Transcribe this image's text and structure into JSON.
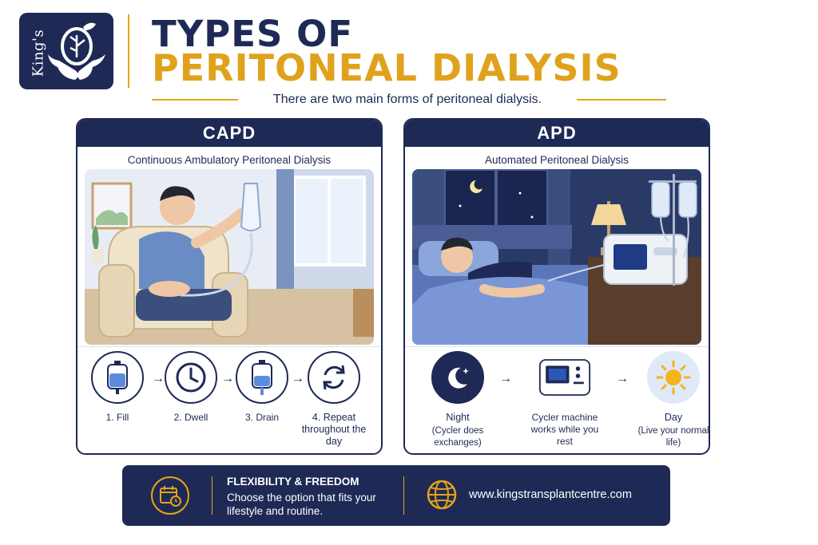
{
  "brand": {
    "logo_text": "King's"
  },
  "header": {
    "title_line1": "TYPES OF",
    "title_line2": "PERITONEAL DIALYSIS",
    "subtitle": "There are two main forms of peritoneal dialysis."
  },
  "capd": {
    "title": "CAPD",
    "subtitle": "Continuous Ambulatory Peritoneal Dialysis",
    "steps": [
      {
        "label": "1. Fill",
        "icon": "bag-full-icon"
      },
      {
        "label": "2. Dwell",
        "icon": "clock-icon"
      },
      {
        "label": "3. Drain",
        "icon": "bag-drain-icon"
      },
      {
        "label": "4. Repeat throughout the day",
        "icon": "repeat-icon"
      }
    ]
  },
  "apd": {
    "title": "APD",
    "subtitle": "Automated Peritoneal Dialysis",
    "steps": [
      {
        "title": "Night",
        "desc": "(Cycler does exchanges)",
        "icon": "moon-icon"
      },
      {
        "title": "Cycler machine works while you rest",
        "desc": "",
        "icon": "cycler-machine-icon"
      },
      {
        "title": "Day",
        "desc": "(Live your normal life)",
        "icon": "sun-icon"
      }
    ]
  },
  "footer": {
    "title": "FLEXIBILITY & FREEDOM",
    "body": "Choose the option that fits your lifestyle and routine.",
    "url": "www.kingstransplantcentre.com",
    "icons": [
      "calendar-clock-icon",
      "globe-icon"
    ]
  },
  "colors": {
    "navy": "#1e2a55",
    "gold": "#e3a515",
    "white": "#ffffff"
  }
}
